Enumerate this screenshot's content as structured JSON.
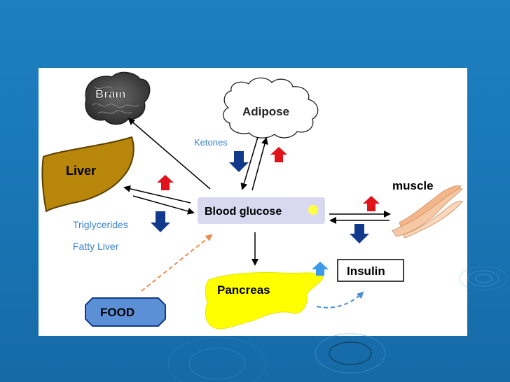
{
  "nodes": {
    "brain": "Brain",
    "adipose": "Adipose",
    "liver": "Liver",
    "muscle": "muscle",
    "blood_glucose": "Blood glucose",
    "pancreas": "Pancreas",
    "insulin": "Insulin",
    "food": "FOOD"
  },
  "annotations": {
    "ketones": "Ketones",
    "triglycerides": "Triglycerides",
    "fatty_liver": "Fatty Liver"
  },
  "colors": {
    "background": "#1a78b8",
    "panel": "#ffffff",
    "liver": "#b8860b",
    "pancreas": "#ffff00",
    "blood_glucose_box": "#d8d8f0",
    "food_box": "#5b8fd6",
    "up_arrow": "#e0131a",
    "down_arrow": "#123a8c",
    "insulin_up_arrow": "#3b9be8",
    "food_arrow": "#f08a4b",
    "pancreas_arrow": "#4a8fd6",
    "annotation_text": "#3a82d0",
    "brain": "#444444",
    "muscle": "#f6c9a6"
  }
}
